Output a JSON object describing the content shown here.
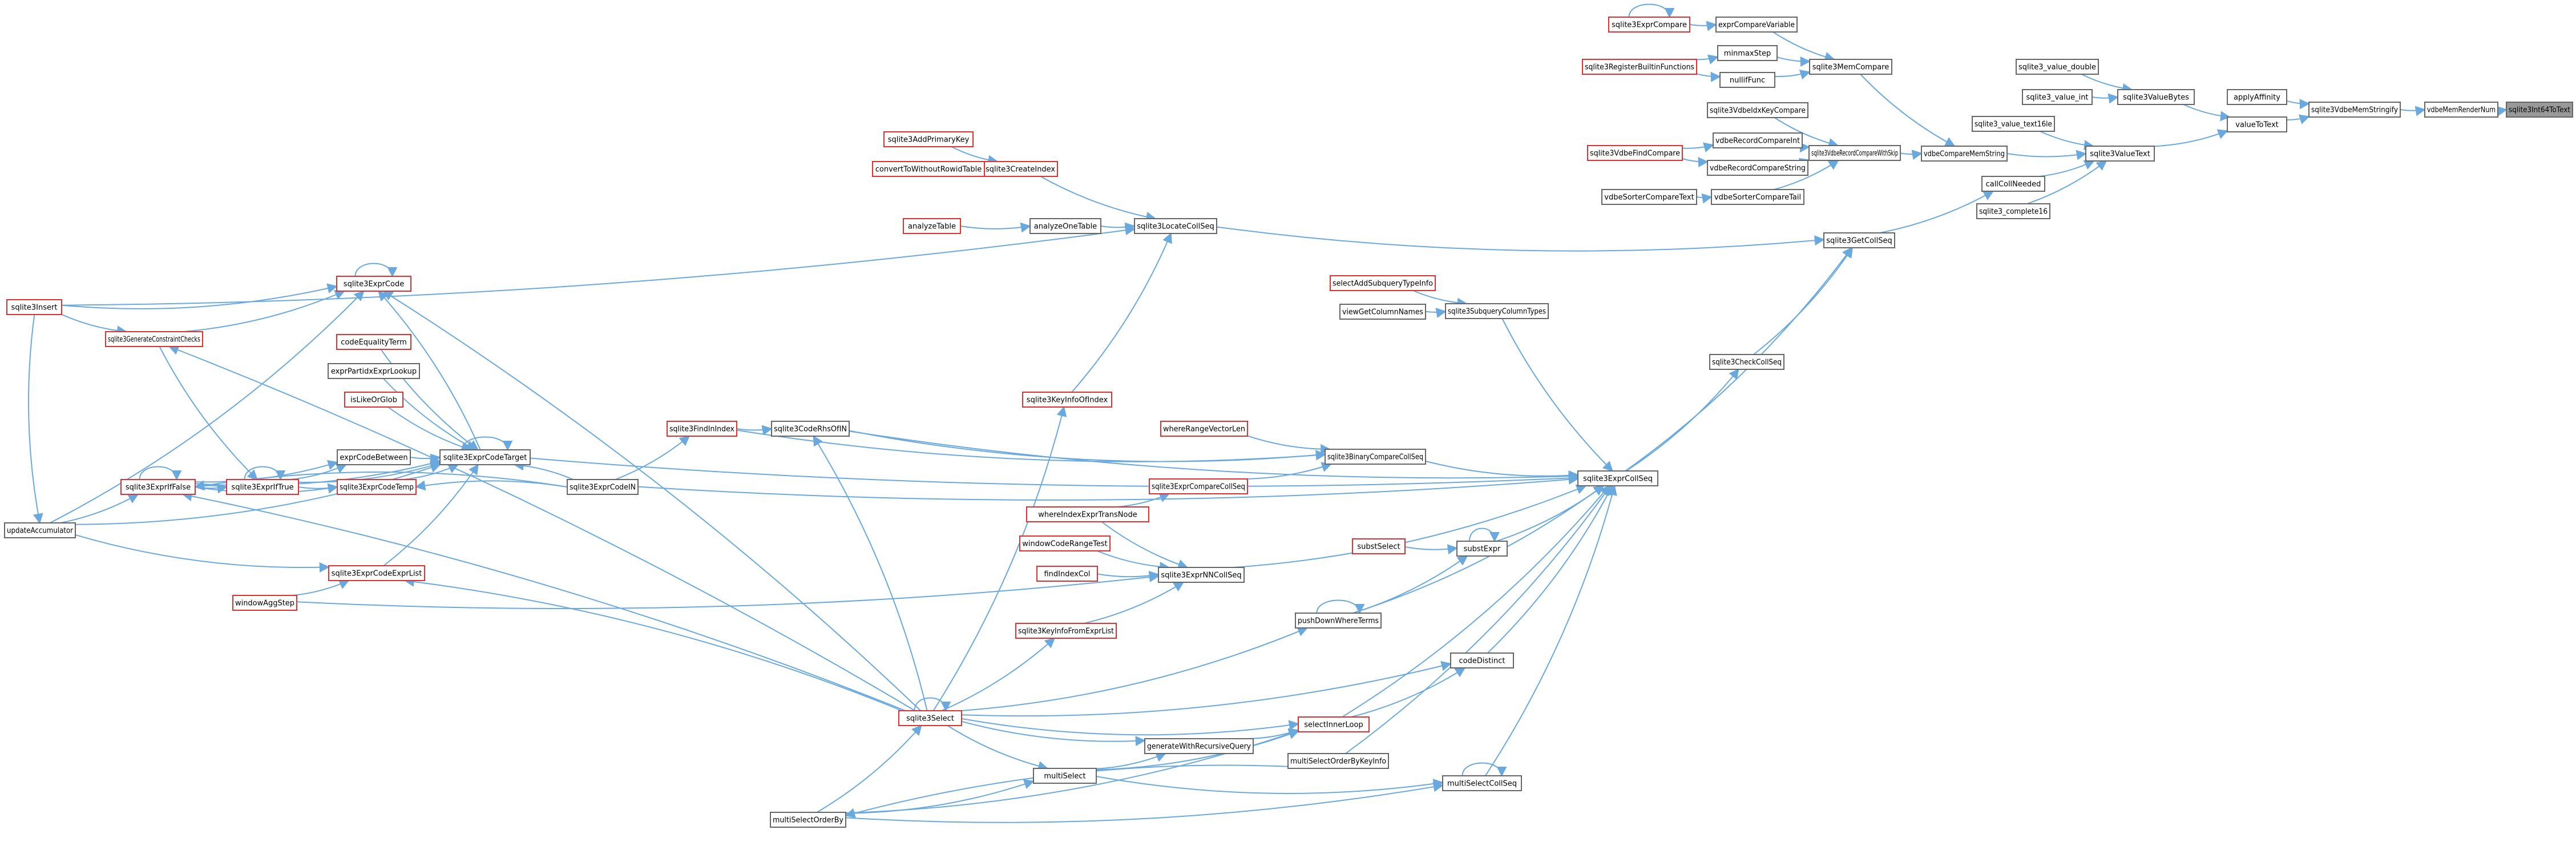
{
  "colors": {
    "edge": "#6aa9dd",
    "border_default": "#666666",
    "border_highlight": "#e03131",
    "node_fill": "#ffffff",
    "target_fill": "#999999",
    "text": "#000000"
  },
  "nodes": {
    "n0": {
      "label": "sqlite3Int64ToText",
      "style": "target"
    },
    "n1": {
      "label": "vdbeMemRenderNum",
      "style": "default"
    },
    "n2": {
      "label": "sqlite3VdbeMemStringify",
      "style": "default"
    },
    "n3": {
      "label": "applyAffinity",
      "style": "default"
    },
    "n4": {
      "label": "valueToText",
      "style": "default"
    },
    "n5": {
      "label": "sqlite3ValueBytes",
      "style": "default"
    },
    "n6": {
      "label": "sqlite3_value_double",
      "style": "default"
    },
    "n7": {
      "label": "sqlite3_value_int",
      "style": "default"
    },
    "n8": {
      "label": "sqlite3ValueText",
      "style": "default"
    },
    "n9": {
      "label": "sqlite3_value_text16le",
      "style": "default"
    },
    "n10": {
      "label": "callCollNeeded",
      "style": "default"
    },
    "n11": {
      "label": "sqlite3_complete16",
      "style": "default"
    },
    "n12": {
      "label": "vdbeCompareMemString",
      "style": "default"
    },
    "n13": {
      "label": "sqlite3MemCompare",
      "style": "default"
    },
    "n14": {
      "label": "exprCompareVariable",
      "style": "default"
    },
    "n15": {
      "label": "sqlite3ExprCompare",
      "style": "highlight"
    },
    "n16": {
      "label": "minmaxStep",
      "style": "default"
    },
    "n17": {
      "label": "sqlite3RegisterBuiltinFunctions",
      "style": "highlight"
    },
    "n18": {
      "label": "nullifFunc",
      "style": "default"
    },
    "n19": {
      "label": "sqlite3VdbeRecordCompareWithSkip",
      "style": "default"
    },
    "n20": {
      "label": "sqlite3VdbeIdxKeyCompare",
      "style": "default"
    },
    "n21": {
      "label": "vdbeRecordCompareInt",
      "style": "default"
    },
    "n22": {
      "label": "sqlite3VdbeFindCompare",
      "style": "highlight"
    },
    "n23": {
      "label": "vdbeRecordCompareString",
      "style": "default"
    },
    "n24": {
      "label": "vdbeSorterCompareTail",
      "style": "default"
    },
    "n25": {
      "label": "vdbeSorterCompareText",
      "style": "default"
    },
    "n26": {
      "label": "sqlite3GetCollSeq",
      "style": "default"
    },
    "n27": {
      "label": "sqlite3LocateCollSeq",
      "style": "default"
    },
    "n28": {
      "label": "sqlite3CreateIndex",
      "style": "highlight"
    },
    "n29": {
      "label": "sqlite3AddPrimaryKey",
      "style": "highlight"
    },
    "n30": {
      "label": "convertToWithoutRowidTable",
      "style": "highlight"
    },
    "n31": {
      "label": "analyzeOneTable",
      "style": "default"
    },
    "n32": {
      "label": "analyzeTable",
      "style": "highlight"
    },
    "n33": {
      "label": "sqlite3KeyInfoOfIndex",
      "style": "highlight"
    },
    "n34": {
      "label": "sqlite3Select",
      "style": "highlight"
    },
    "n35": {
      "label": "sqlite3CheckCollSeq",
      "style": "default"
    },
    "n36": {
      "label": "sqlite3ExprCollSeq",
      "style": "default"
    },
    "n37": {
      "label": "sqlite3SubqueryColumnTypes",
      "style": "default"
    },
    "n38": {
      "label": "selectAddSubqueryTypeInfo",
      "style": "highlight"
    },
    "n39": {
      "label": "viewGetColumnNames",
      "style": "default"
    },
    "n40": {
      "label": "sqlite3BinaryCompareCollSeq",
      "style": "default"
    },
    "n41": {
      "label": "whereRangeVectorLen",
      "style": "highlight"
    },
    "n42": {
      "label": "sqlite3ExprCompareCollSeq",
      "style": "highlight"
    },
    "n43": {
      "label": "whereIndexExprTransNode",
      "style": "highlight"
    },
    "n44": {
      "label": "sqlite3ExprNNCollSeq",
      "style": "default"
    },
    "n45": {
      "label": "windowCodeRangeTest",
      "style": "highlight"
    },
    "n46": {
      "label": "findIndexCol",
      "style": "highlight"
    },
    "n47": {
      "label": "sqlite3KeyInfoFromExprList",
      "style": "highlight"
    },
    "n48": {
      "label": "sqlite3CodeRhsOfIN",
      "style": "default"
    },
    "n49": {
      "label": "sqlite3FindInIndex",
      "style": "highlight"
    },
    "n50": {
      "label": "sqlite3ExprCodeTarget",
      "style": "default"
    },
    "n51": {
      "label": "sqlite3ExprCode",
      "style": "highlight"
    },
    "n52": {
      "label": "codeEqualityTerm",
      "style": "highlight"
    },
    "n53": {
      "label": "exprPartidxExprLookup",
      "style": "default"
    },
    "n54": {
      "label": "isLikeOrGlob",
      "style": "highlight"
    },
    "n55": {
      "label": "exprCodeBetween",
      "style": "default"
    },
    "n56": {
      "label": "sqlite3ExprCodeTemp",
      "style": "highlight"
    },
    "n57": {
      "label": "sqlite3ExprIfTrue",
      "style": "highlight"
    },
    "n58": {
      "label": "sqlite3ExprIfFalse",
      "style": "highlight"
    },
    "n59": {
      "label": "sqlite3ExprCodeExprList",
      "style": "highlight"
    },
    "n60": {
      "label": "windowAggStep",
      "style": "highlight"
    },
    "n61": {
      "label": "sqlite3ExprCodeIN",
      "style": "default"
    },
    "n62": {
      "label": "sqlite3Insert",
      "style": "highlight"
    },
    "n63": {
      "label": "sqlite3GenerateConstraintChecks",
      "style": "highlight"
    },
    "n64": {
      "label": "updateAccumulator",
      "style": "default"
    },
    "n65": {
      "label": "substExpr",
      "style": "default"
    },
    "n66": {
      "label": "substSelect",
      "style": "highlight"
    },
    "n67": {
      "label": "pushDownWhereTerms",
      "style": "default"
    },
    "n68": {
      "label": "codeDistinct",
      "style": "default"
    },
    "n69": {
      "label": "selectInnerLoop",
      "style": "highlight"
    },
    "n70": {
      "label": "generateWithRecursiveQuery",
      "style": "default"
    },
    "n71": {
      "label": "multiSelect",
      "style": "default"
    },
    "n72": {
      "label": "multiSelectOrderByKeyInfo",
      "style": "default"
    },
    "n73": {
      "label": "multiSelectCollSeq",
      "style": "default"
    },
    "n74": {
      "label": "multiSelectOrderBy",
      "style": "default"
    }
  },
  "edges": [
    [
      "n1",
      "n0"
    ],
    [
      "n2",
      "n1"
    ],
    [
      "n3",
      "n2"
    ],
    [
      "n4",
      "n2"
    ],
    [
      "n5",
      "n4"
    ],
    [
      "n8",
      "n4"
    ],
    [
      "n6",
      "n5"
    ],
    [
      "n7",
      "n5"
    ],
    [
      "n9",
      "n8"
    ],
    [
      "n10",
      "n8"
    ],
    [
      "n11",
      "n8"
    ],
    [
      "n12",
      "n8"
    ],
    [
      "n13",
      "n12"
    ],
    [
      "n19",
      "n12"
    ],
    [
      "n14",
      "n13"
    ],
    [
      "n16",
      "n13"
    ],
    [
      "n18",
      "n13"
    ],
    [
      "n15",
      "n14"
    ],
    [
      "n15",
      "n15"
    ],
    [
      "n17",
      "n16"
    ],
    [
      "n17",
      "n18"
    ],
    [
      "n20",
      "n19"
    ],
    [
      "n21",
      "n19"
    ],
    [
      "n23",
      "n19"
    ],
    [
      "n24",
      "n19"
    ],
    [
      "n22",
      "n21"
    ],
    [
      "n22",
      "n23"
    ],
    [
      "n25",
      "n24"
    ],
    [
      "n26",
      "n10"
    ],
    [
      "n27",
      "n26"
    ],
    [
      "n35",
      "n26"
    ],
    [
      "n36",
      "n26"
    ],
    [
      "n28",
      "n27"
    ],
    [
      "n31",
      "n27"
    ],
    [
      "n33",
      "n27"
    ],
    [
      "n62",
      "n27"
    ],
    [
      "n29",
      "n28"
    ],
    [
      "n30",
      "n28"
    ],
    [
      "n32",
      "n31"
    ],
    [
      "n34",
      "n33"
    ],
    [
      "n36",
      "n35"
    ],
    [
      "n37",
      "n36"
    ],
    [
      "n40",
      "n36"
    ],
    [
      "n44",
      "n36"
    ],
    [
      "n48",
      "n36"
    ],
    [
      "n61",
      "n36"
    ],
    [
      "n50",
      "n36"
    ],
    [
      "n65",
      "n36"
    ],
    [
      "n67",
      "n36"
    ],
    [
      "n68",
      "n36"
    ],
    [
      "n69",
      "n36"
    ],
    [
      "n72",
      "n36"
    ],
    [
      "n73",
      "n36"
    ],
    [
      "n38",
      "n37"
    ],
    [
      "n39",
      "n37"
    ],
    [
      "n41",
      "n40"
    ],
    [
      "n42",
      "n40"
    ],
    [
      "n49",
      "n40"
    ],
    [
      "n48",
      "n40"
    ],
    [
      "n43",
      "n42"
    ],
    [
      "n43",
      "n44"
    ],
    [
      "n45",
      "n44"
    ],
    [
      "n46",
      "n44"
    ],
    [
      "n47",
      "n44"
    ],
    [
      "n60",
      "n44"
    ],
    [
      "n34",
      "n47"
    ],
    [
      "n34",
      "n48"
    ],
    [
      "n49",
      "n48"
    ],
    [
      "n61",
      "n49"
    ],
    [
      "n50",
      "n51"
    ],
    [
      "n51",
      "n51"
    ],
    [
      "n52",
      "n50"
    ],
    [
      "n53",
      "n50"
    ],
    [
      "n54",
      "n50"
    ],
    [
      "n55",
      "n50"
    ],
    [
      "n56",
      "n50"
    ],
    [
      "n57",
      "n50"
    ],
    [
      "n58",
      "n50"
    ],
    [
      "n59",
      "n50"
    ],
    [
      "n50",
      "n50"
    ],
    [
      "n57",
      "n55"
    ],
    [
      "n58",
      "n55"
    ],
    [
      "n61",
      "n56"
    ],
    [
      "n57",
      "n56"
    ],
    [
      "n58",
      "n56"
    ],
    [
      "n57",
      "n57"
    ],
    [
      "n58",
      "n58"
    ],
    [
      "n58",
      "n57"
    ],
    [
      "n57",
      "n58"
    ],
    [
      "n61",
      "n58"
    ],
    [
      "n63",
      "n57"
    ],
    [
      "n64",
      "n58"
    ],
    [
      "n34",
      "n58"
    ],
    [
      "n60",
      "n59"
    ],
    [
      "n64",
      "n59"
    ],
    [
      "n34",
      "n59"
    ],
    [
      "n62",
      "n51"
    ],
    [
      "n63",
      "n51"
    ],
    [
      "n64",
      "n51"
    ],
    [
      "n34",
      "n51"
    ],
    [
      "n34",
      "n63"
    ],
    [
      "n62",
      "n63"
    ],
    [
      "n62",
      "n64"
    ],
    [
      "n66",
      "n65"
    ],
    [
      "n67",
      "n65"
    ],
    [
      "n65",
      "n65"
    ],
    [
      "n67",
      "n67"
    ],
    [
      "n34",
      "n67"
    ],
    [
      "n34",
      "n68"
    ],
    [
      "n69",
      "n68"
    ],
    [
      "n34",
      "n69"
    ],
    [
      "n70",
      "n69"
    ],
    [
      "n71",
      "n69"
    ],
    [
      "n74",
      "n69"
    ],
    [
      "n34",
      "n70"
    ],
    [
      "n71",
      "n70"
    ],
    [
      "n34",
      "n71"
    ],
    [
      "n74",
      "n71"
    ],
    [
      "n74",
      "n34"
    ],
    [
      "n72",
      "n74"
    ],
    [
      "n73",
      "n73"
    ],
    [
      "n71",
      "n73"
    ],
    [
      "n74",
      "n73"
    ],
    [
      "n34",
      "n34"
    ],
    [
      "n61",
      "n50"
    ],
    [
      "n64",
      "n50"
    ]
  ]
}
